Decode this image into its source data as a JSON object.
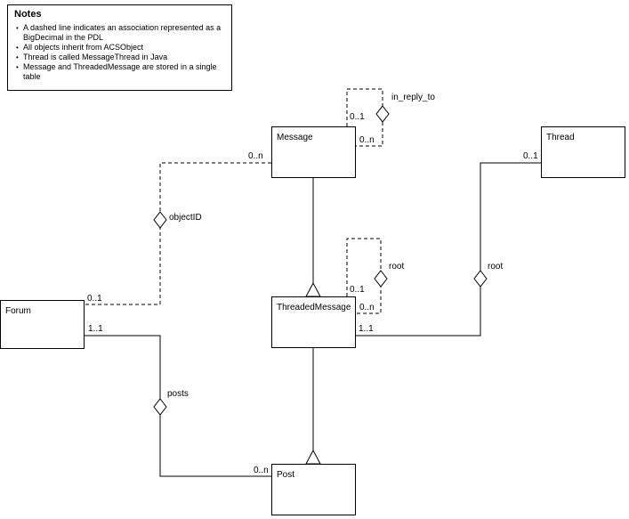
{
  "diagram": {
    "notes": {
      "title": "Notes",
      "bullet": "•",
      "items": [
        "A dashed line indicates an association represented as a BigDecimal in the PDL",
        "All objects inherit from ACSObject",
        "Thread is called MessageThread in Java",
        "Message and ThreadedMessage are stored in a single table"
      ]
    },
    "entities": {
      "message": "Message",
      "thread": "Thread",
      "forum": "Forum",
      "threaded_message": "ThreadedMessage",
      "post": "Post"
    },
    "labels": {
      "in_reply_to": "in_reply_to",
      "object_id": "objectID",
      "root_self": "root",
      "root_thread": "root",
      "posts": "posts"
    },
    "multiplicities": {
      "in_reply_to_source": "0..1",
      "in_reply_to_target": "0..n",
      "object_id_message": "0..n",
      "object_id_forum": "0..1",
      "root_self_source": "0..1",
      "root_self_target": "0..n",
      "root_thread_source": "0..1",
      "root_thread_target": "1..1",
      "posts_forum": "1..1",
      "posts_post": "0..n"
    }
  }
}
